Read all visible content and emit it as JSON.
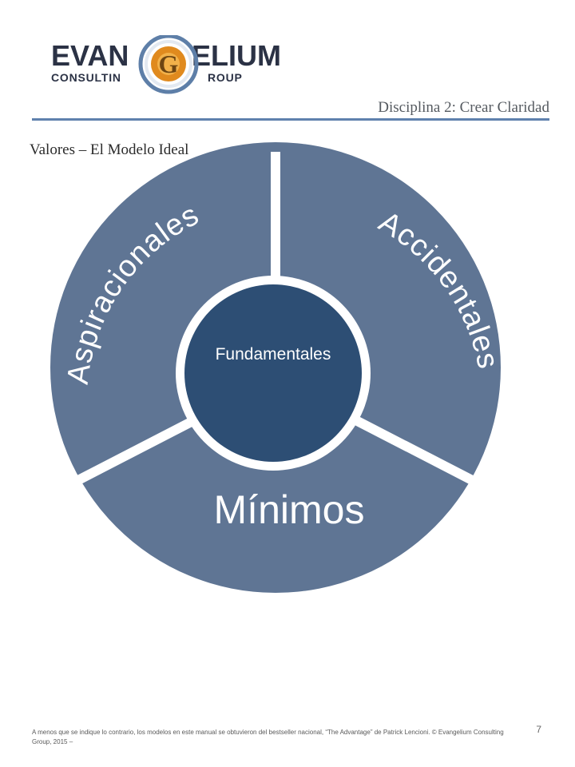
{
  "header": {
    "logo": {
      "line1_left": "EVAN",
      "line1_right": "ELIUM",
      "line2_left": "CONSULTIN",
      "line2_right": "ROUP",
      "monogram": "G"
    },
    "section_title": "Disciplina 2: Crear Claridad"
  },
  "page": {
    "subtitle": "Valores – El Modelo Ideal",
    "page_number": "7"
  },
  "diagram": {
    "segments": [
      {
        "label": "Aspiracionales"
      },
      {
        "label": "Accidentales"
      },
      {
        "label": "Mínimos"
      }
    ],
    "center_label": "Fundamentales",
    "colors": {
      "segment": "#5f7594",
      "center": "#2d4e74",
      "separator": "#ffffff",
      "text": "#ffffff"
    }
  },
  "footer": {
    "note": "A menos que se indique lo contrario, los modelos en este manual se obtuvieron del bestseller nacional, “The Advantage” de Patrick Lencioni. © Evangelium Consulting Group, 2015 –"
  }
}
